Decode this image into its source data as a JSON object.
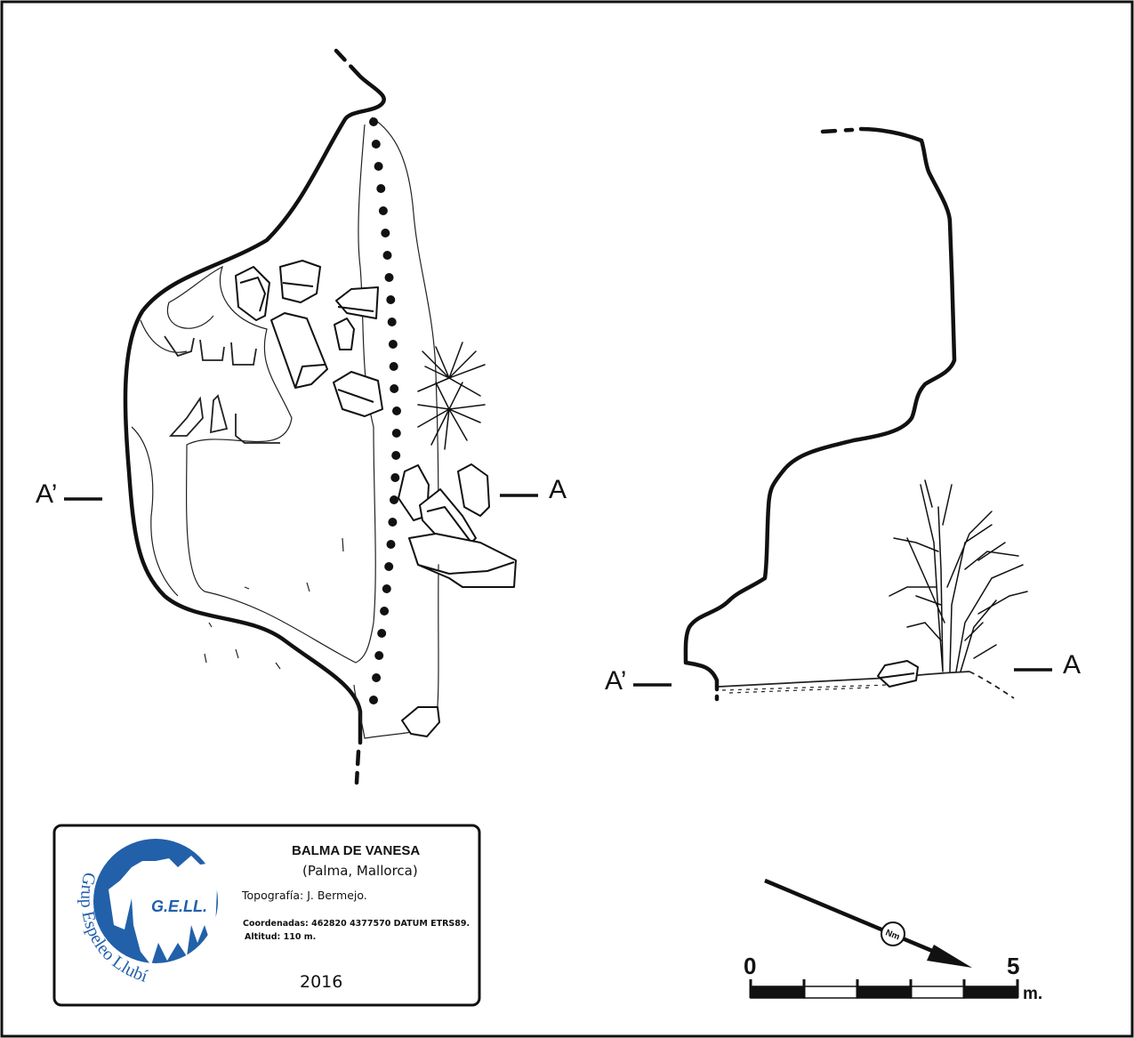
{
  "plan": {
    "section_label_left": "A’",
    "section_label_right": "A"
  },
  "profile": {
    "section_label_left": "A’",
    "section_label_right": "A"
  },
  "title_block": {
    "title": "BALMA DE VANESA",
    "location": "(Palma, Mallorca)",
    "topography": "Topografía: J. Bermejo.",
    "coordinates": "Coordenadas: 462820 4377570 DATUM ETRS89.",
    "altitude": "Altitud: 110 m.",
    "year": "2016",
    "logo": {
      "acronym": "G.E.LL.",
      "ring_text": "Grup Espeleo Llubí",
      "color": "#2260aa"
    }
  },
  "north_arrow": {
    "label": "Nm"
  },
  "scale_bar": {
    "start": "0",
    "end": "5",
    "unit": "m.",
    "segments": 5
  }
}
